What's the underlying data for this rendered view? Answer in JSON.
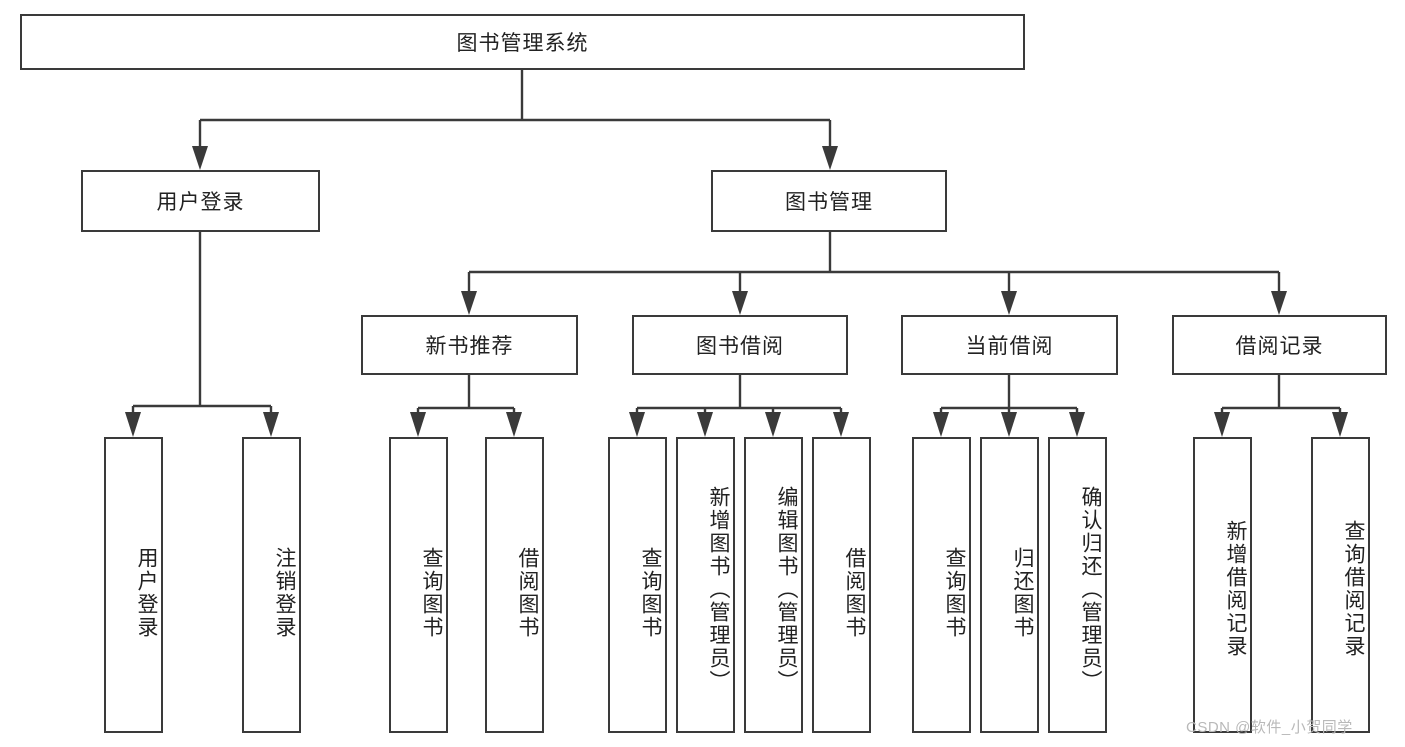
{
  "diagram": {
    "type": "tree-hierarchy-flowchart",
    "title": "图书管理系统",
    "stroke_color": "#3a3a3a",
    "fill_color": "#ffffff",
    "text_color": "#222222",
    "root": {
      "id": "root",
      "label": "图书管理系统",
      "orientation": "horizontal"
    },
    "level2": [
      {
        "id": "user-login",
        "label": "用户登录",
        "orientation": "horizontal"
      },
      {
        "id": "book-management",
        "label": "图书管理",
        "orientation": "horizontal"
      }
    ],
    "level3": [
      {
        "id": "new-book-recommend",
        "label": "新书推荐",
        "orientation": "horizontal",
        "parent": "book-management"
      },
      {
        "id": "book-borrow",
        "label": "图书借阅",
        "orientation": "horizontal",
        "parent": "book-management"
      },
      {
        "id": "current-borrow",
        "label": "当前借阅",
        "orientation": "horizontal",
        "parent": "book-management"
      },
      {
        "id": "borrow-record",
        "label": "借阅记录",
        "orientation": "horizontal",
        "parent": "book-management"
      }
    ],
    "leaves": [
      {
        "id": "leaf-user-login",
        "label": "用户登录",
        "parent": "user-login"
      },
      {
        "id": "leaf-logout",
        "label": "注销登录",
        "parent": "user-login"
      },
      {
        "id": "leaf-query-book-1",
        "label": "查询图书",
        "parent": "new-book-recommend"
      },
      {
        "id": "leaf-borrow-book-1",
        "label": "借阅图书",
        "parent": "new-book-recommend"
      },
      {
        "id": "leaf-query-book-2",
        "label": "查询图书",
        "parent": "book-borrow"
      },
      {
        "id": "leaf-add-book",
        "label": "新增图书（管理员）",
        "parent": "book-borrow"
      },
      {
        "id": "leaf-edit-book",
        "label": "编辑图书（管理员）",
        "parent": "book-borrow"
      },
      {
        "id": "leaf-borrow-book-2",
        "label": "借阅图书",
        "parent": "book-borrow"
      },
      {
        "id": "leaf-query-book-3",
        "label": "查询图书",
        "parent": "current-borrow"
      },
      {
        "id": "leaf-return-book",
        "label": "归还图书",
        "parent": "current-borrow"
      },
      {
        "id": "leaf-confirm-return",
        "label": "确认归还（管理员）",
        "parent": "current-borrow"
      },
      {
        "id": "leaf-add-borrow-record",
        "label": "新增借阅记录",
        "parent": "borrow-record"
      },
      {
        "id": "leaf-query-borrow-record",
        "label": "查询借阅记录",
        "parent": "borrow-record"
      }
    ]
  },
  "watermark": {
    "text": "CSDN @软件_小贺同学"
  }
}
